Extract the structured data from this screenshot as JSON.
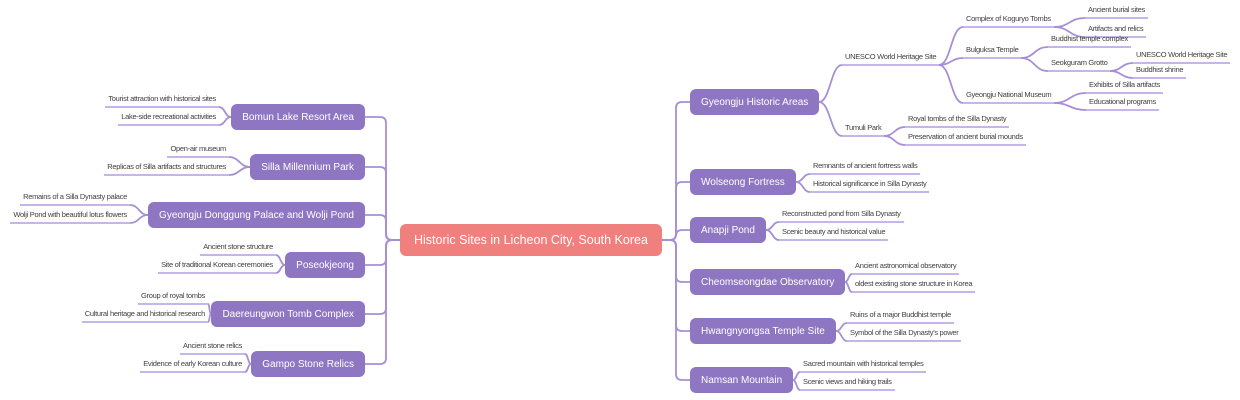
{
  "central": {
    "label": "Historic Sites in Licheon City, South Korea"
  },
  "left_branches": [
    {
      "label": "Bomun Lake Resort Area",
      "children": [
        "Tourist attraction with historical sites",
        "Lake-side recreational activities"
      ]
    },
    {
      "label": "Silla Millennium Park",
      "children": [
        "Open-air museum",
        "Replicas of Silla artifacts and structures"
      ]
    },
    {
      "label": "Gyeongju Donggung Palace and Wolji Pond",
      "children": [
        "Remains of a Silla Dynasty palace",
        "Wolji Pond with beautiful lotus flowers"
      ]
    },
    {
      "label": "Poseokjeong",
      "children": [
        "Ancient stone structure",
        "Site of traditional Korean ceremonies"
      ]
    },
    {
      "label": "Daereungwon Tomb Complex",
      "children": [
        "Group of royal tombs",
        "Cultural heritage and historical research"
      ]
    },
    {
      "label": "Gampo Stone Relics",
      "children": [
        "Ancient stone relics",
        "Evidence of early Korean culture"
      ]
    }
  ],
  "right_branches": [
    {
      "label": "Gyeongju Historic Areas",
      "children": [
        {
          "label": "UNESCO World Heritage Site",
          "children": [
            {
              "label": "Complex of Koguryo Tombs",
              "children": [
                "Ancient burial sites",
                "Artifacts and relics"
              ]
            },
            {
              "label": "Bulguksa Temple",
              "children": [
                "Buddhist temple complex",
                {
                  "label": "Seokguram Grotto",
                  "children": [
                    "UNESCO World Heritage Site",
                    "Buddhist shrine"
                  ]
                }
              ]
            },
            {
              "label": "Gyeongju National Museum",
              "children": [
                "Exhibits of Silla artifacts",
                "Educational programs"
              ]
            }
          ]
        },
        {
          "label": "Tumuli Park",
          "children": [
            "Royal tombs of the Silla Dynasty",
            "Preservation of ancient burial mounds"
          ]
        }
      ]
    },
    {
      "label": "Wolseong Fortress",
      "children": [
        "Remnants of ancient fortress walls",
        "Historical significance in Silla Dynasty"
      ]
    },
    {
      "label": "Anapji Pond",
      "children": [
        "Reconstructed pond from Silla Dynasty",
        "Scenic beauty and historical value"
      ]
    },
    {
      "label": "Cheomseongdae Observatory",
      "children": [
        "Ancient astronomical observatory",
        "oldest existing stone structure in Korea"
      ]
    },
    {
      "label": "Hwangnyongsa Temple Site",
      "children": [
        "Ruins of a major Buddhist temple",
        "Symbol of the Silla Dynasty's power"
      ]
    },
    {
      "label": "Namsan Mountain",
      "children": [
        "Sacred mountain with historical temples",
        "Scenic views and hiking trails"
      ]
    }
  ],
  "colors": {
    "central_bg": "#f0807d",
    "branch_bg": "#8f76c3",
    "connector": "#a78fd6",
    "leaf_underline": "#c6b5ea",
    "leaf_text": "#3f3f3f",
    "central_text": "#ffffff"
  }
}
